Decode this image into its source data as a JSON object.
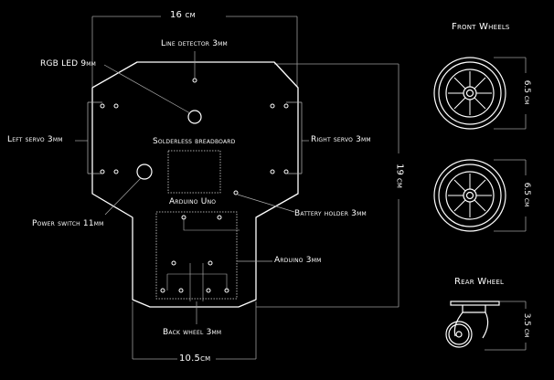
{
  "dimensions": {
    "width_top": "16 cm",
    "width_bottom": "10.5cm",
    "height_right": "19 cm",
    "front_wheel_1": "6.5 cm",
    "front_wheel_2": "6.5 cm",
    "rear_wheel": "3.5 cm"
  },
  "labels": {
    "line_detector": "Line detector 3mm",
    "rgb_led": "RGB LED 9mm",
    "left_servo": "Left servo 3mm",
    "right_servo": "Right servo 3mm",
    "breadboard": "Solderless breadboard",
    "power_switch": "Power switch 11mm",
    "battery_holder": "Battery holder 3mm",
    "arduino_uno": "Arduino Uno",
    "arduino": "Arduino 3mm",
    "back_wheel": "Back wheel 3mm"
  },
  "wheels": {
    "front_title": "Front Wheels",
    "rear_title": "Rear Wheel"
  },
  "colors": {
    "background": "#000000",
    "line": "#ffffff",
    "guide": "#9a9a9a"
  }
}
